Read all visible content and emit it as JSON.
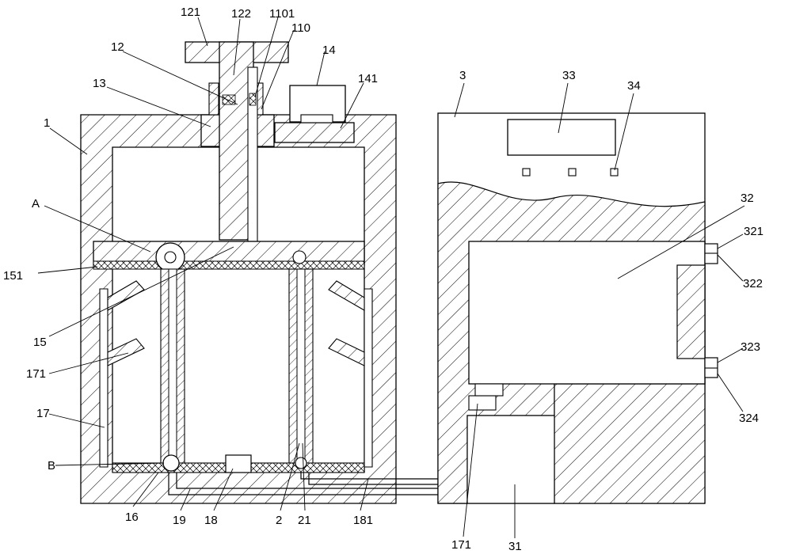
{
  "labels": {
    "l121": "121",
    "l122": "122",
    "l1101": "1101",
    "l110": "110",
    "l12": "12",
    "l14": "14",
    "l141": "141",
    "l13": "13",
    "l1": "1",
    "lA": "A",
    "l151": "151",
    "l15": "15",
    "l171a": "171",
    "l17": "17",
    "lB": "B",
    "l16": "16",
    "l19": "19",
    "l18": "18",
    "l2": "2",
    "l21": "21",
    "l181": "181",
    "l171b": "171",
    "l31": "31",
    "l3": "3",
    "l33": "33",
    "l34": "34",
    "l32": "32",
    "l321": "321",
    "l322": "322",
    "l323": "323",
    "l324": "324"
  }
}
